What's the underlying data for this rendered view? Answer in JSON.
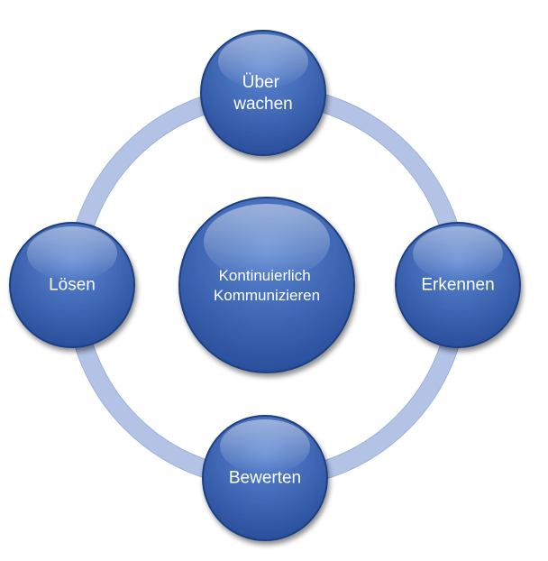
{
  "diagram": {
    "center": {
      "lines": [
        "Kontinuierlich",
        "Kommunizieren"
      ]
    },
    "nodes": [
      {
        "id": "top",
        "lines": [
          "Über",
          "wachen"
        ]
      },
      {
        "id": "right",
        "lines": [
          "Erkennen"
        ]
      },
      {
        "id": "bottom",
        "lines": [
          "Bewerten"
        ]
      },
      {
        "id": "left",
        "lines": [
          "Lösen"
        ]
      }
    ],
    "colors": {
      "node_light": "#5b86d2",
      "node_dark": "#2a4f9c",
      "node_edge": "#1f3f80",
      "ring": "#b3c3e6",
      "ring_edge": "#9bb0dc",
      "label": "#ffffff"
    }
  }
}
